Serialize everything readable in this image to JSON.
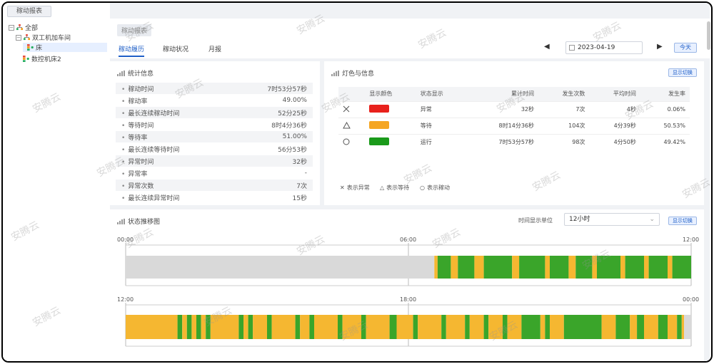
{
  "sidebar": {
    "tab": "稼动报表",
    "tree": [
      {
        "label": "全部",
        "level": 0
      },
      {
        "label": "双工机加车间",
        "level": 1
      },
      {
        "label": "床",
        "level": 2,
        "selected": true
      },
      {
        "label": "数控机床2",
        "level": 2
      }
    ]
  },
  "header": {
    "breadcrumb": "稼动报表",
    "tabs": [
      "稼动履历",
      "稼动状况",
      "月报"
    ],
    "date": "2023-04-19",
    "today_label": "今天",
    "prev_icon": "triangle-left-icon",
    "next_icon": "triangle-right-icon"
  },
  "stats": {
    "title": "统计信息",
    "rows": [
      {
        "k": "稼动时间",
        "v": "7时53分57秒"
      },
      {
        "k": "稼动率",
        "v": "49.00%"
      },
      {
        "k": "最长连续稼动时间",
        "v": "52分25秒"
      },
      {
        "k": "等待时间",
        "v": "8时4分36秒"
      },
      {
        "k": "等待率",
        "v": "51.00%"
      },
      {
        "k": "最长连续等待时间",
        "v": "56分53秒"
      },
      {
        "k": "异常时间",
        "v": "32秒"
      },
      {
        "k": "异常率",
        "v": "-"
      },
      {
        "k": "异常次数",
        "v": "7次"
      },
      {
        "k": "最长连续异常时间",
        "v": "15秒"
      }
    ]
  },
  "legend": {
    "title": "灯色与信息",
    "switch_label": "显示切换",
    "headers": [
      "",
      "显示颜色",
      "状态显示",
      "累计时间",
      "发生次数",
      "平均时间",
      "发生率"
    ],
    "rows": [
      {
        "icon": "cross",
        "color": "#e8211c",
        "status": "异常",
        "total": "32秒",
        "count": "7次",
        "avg": "4秒",
        "rate": "0.06%"
      },
      {
        "icon": "triangle",
        "color": "#f5a623",
        "status": "等待",
        "total": "8时14分36秒",
        "count": "104次",
        "avg": "4分39秒",
        "rate": "50.53%"
      },
      {
        "icon": "circle",
        "color": "#1a9a1a",
        "status": "运行",
        "total": "7时53分57秒",
        "count": "98次",
        "avg": "4分50秒",
        "rate": "49.42%"
      }
    ],
    "hints": [
      {
        "symbol": "✕",
        "text": "表示异常"
      },
      {
        "symbol": "△",
        "text": "表示等待"
      },
      {
        "symbol": "○",
        "text": "表示稼动"
      }
    ]
  },
  "timeline": {
    "title": "状态推移图",
    "unit_label": "时间显示单位",
    "unit_value": "12小时",
    "switch_label": "显示切换",
    "row1_ticks": [
      "00:00",
      "06:00",
      "12:00"
    ],
    "row2_ticks": [
      "12:00",
      "18:00",
      "00:00"
    ],
    "colors": {
      "idle": "#d9d9d9",
      "wait": "#f5b731",
      "run": "#3aa52a"
    },
    "row1": [
      [
        "idle",
        0,
        6.55
      ],
      [
        "wait",
        6.55,
        6.62
      ],
      [
        "run",
        6.62,
        6.9
      ],
      [
        "wait",
        6.9,
        7.05
      ],
      [
        "run",
        7.05,
        7.4
      ],
      [
        "wait",
        7.4,
        7.6
      ],
      [
        "run",
        7.6,
        8.2
      ],
      [
        "wait",
        8.2,
        8.35
      ],
      [
        "run",
        8.35,
        8.9
      ],
      [
        "wait",
        8.9,
        9.0
      ],
      [
        "run",
        9.0,
        9.4
      ],
      [
        "wait",
        9.4,
        9.55
      ],
      [
        "run",
        9.55,
        9.9
      ],
      [
        "wait",
        9.9,
        10.0
      ],
      [
        "run",
        10.0,
        10.5
      ],
      [
        "wait",
        10.5,
        10.6
      ],
      [
        "run",
        10.6,
        11.0
      ],
      [
        "wait",
        11.0,
        11.1
      ],
      [
        "run",
        11.1,
        11.5
      ],
      [
        "wait",
        11.5,
        11.6
      ],
      [
        "run",
        11.6,
        12.0
      ]
    ],
    "row2": [
      [
        "wait",
        12.0,
        13.1
      ],
      [
        "run",
        13.1,
        13.2
      ],
      [
        "wait",
        13.2,
        13.3
      ],
      [
        "run",
        13.3,
        13.4
      ],
      [
        "wait",
        13.4,
        13.5
      ],
      [
        "run",
        13.5,
        13.6
      ],
      [
        "wait",
        13.6,
        13.7
      ],
      [
        "run",
        13.7,
        13.8
      ],
      [
        "wait",
        13.8,
        14.4
      ],
      [
        "run",
        14.4,
        14.5
      ],
      [
        "wait",
        14.5,
        14.6
      ],
      [
        "run",
        14.6,
        14.7
      ],
      [
        "wait",
        14.7,
        15.0
      ],
      [
        "run",
        15.0,
        15.1
      ],
      [
        "wait",
        15.1,
        15.6
      ],
      [
        "run",
        15.6,
        15.7
      ],
      [
        "wait",
        15.7,
        15.9
      ],
      [
        "run",
        15.9,
        16.0
      ],
      [
        "wait",
        16.0,
        16.5
      ],
      [
        "run",
        16.5,
        16.6
      ],
      [
        "wait",
        16.6,
        17.0
      ],
      [
        "run",
        17.0,
        17.1
      ],
      [
        "wait",
        17.1,
        17.6
      ],
      [
        "run",
        17.6,
        17.75
      ],
      [
        "wait",
        17.75,
        18.1
      ],
      [
        "run",
        18.1,
        18.2
      ],
      [
        "wait",
        18.2,
        18.7
      ],
      [
        "run",
        18.7,
        18.8
      ],
      [
        "wait",
        18.8,
        19.2
      ],
      [
        "run",
        19.2,
        19.3
      ],
      [
        "wait",
        19.3,
        19.6
      ],
      [
        "run",
        19.6,
        19.7
      ],
      [
        "wait",
        19.7,
        20.0
      ],
      [
        "run",
        20.0,
        20.1
      ],
      [
        "wait",
        20.1,
        20.4
      ],
      [
        "run",
        20.4,
        20.8
      ],
      [
        "wait",
        20.8,
        20.9
      ],
      [
        "run",
        20.9,
        21.0
      ],
      [
        "wait",
        21.0,
        21.3
      ],
      [
        "run",
        21.3,
        22.1
      ],
      [
        "wait",
        22.1,
        22.4
      ],
      [
        "run",
        22.4,
        22.7
      ],
      [
        "wait",
        22.7,
        22.85
      ],
      [
        "run",
        22.85,
        23.0
      ],
      [
        "wait",
        23.0,
        23.3
      ],
      [
        "run",
        23.3,
        23.5
      ],
      [
        "wait",
        23.5,
        23.7
      ],
      [
        "run",
        23.7,
        23.8
      ],
      [
        "wait",
        23.8,
        23.85
      ],
      [
        "idle",
        23.85,
        24.0
      ]
    ]
  },
  "watermark": "安腾云"
}
